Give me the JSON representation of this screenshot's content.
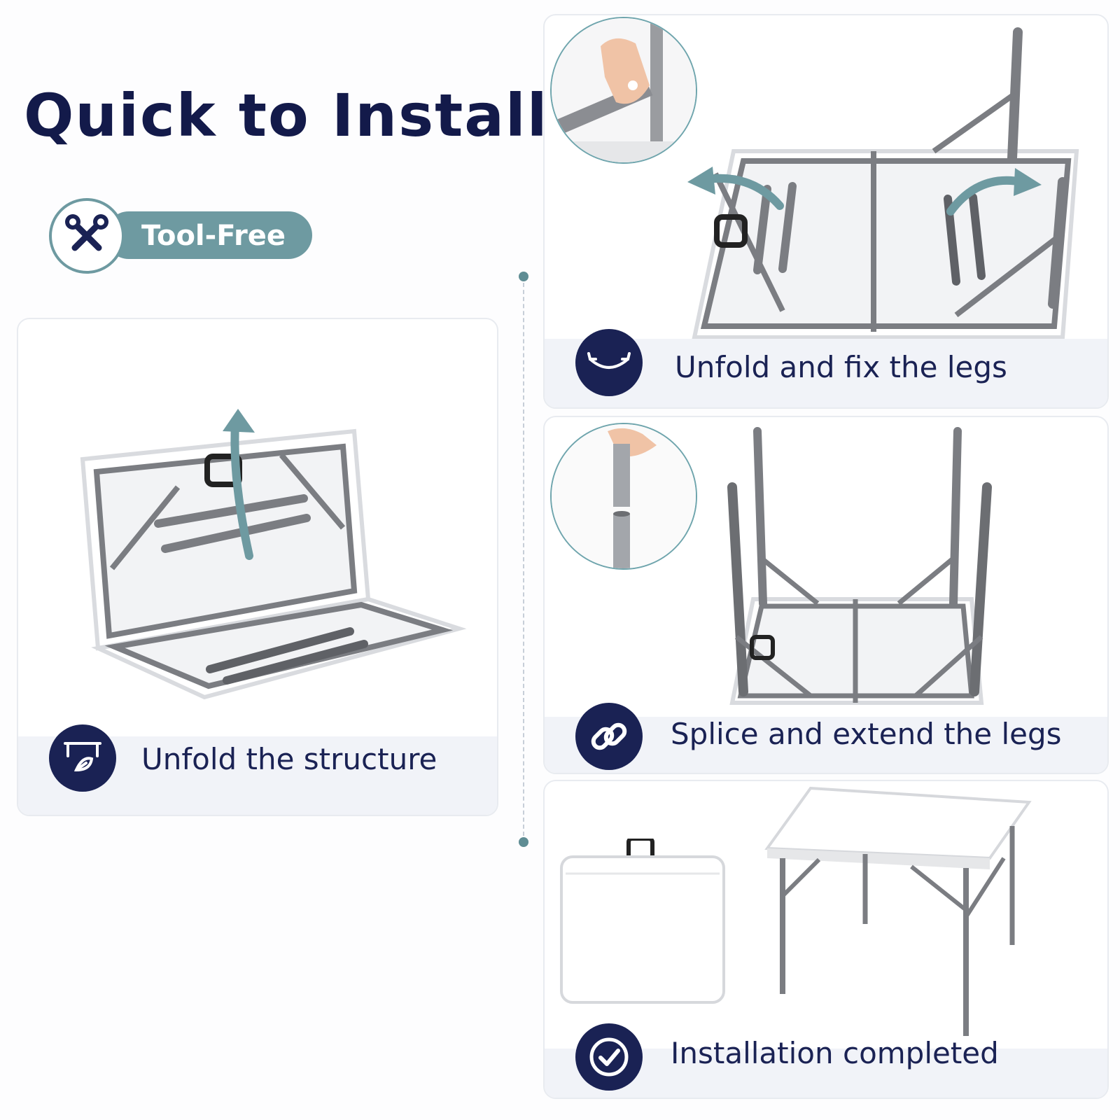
{
  "header": {
    "title": "Quick to Install",
    "badge_label": "Tool-Free",
    "badge_icon": "wrench-screwdriver-icon"
  },
  "steps": [
    {
      "label": "Unfold the structure",
      "icon": "table-leaf-icon"
    },
    {
      "label": "Unfold and fix the legs",
      "icon": "swing-arrows-icon"
    },
    {
      "label": "Splice and extend the legs",
      "icon": "chain-link-icon"
    },
    {
      "label": "Installation completed",
      "icon": "check-circle-icon"
    }
  ],
  "colors": {
    "navy": "#1a2254",
    "teal": "#6e9aa1",
    "frame_gray": "#7b7d82",
    "card_footer": "#f1f3f8"
  }
}
